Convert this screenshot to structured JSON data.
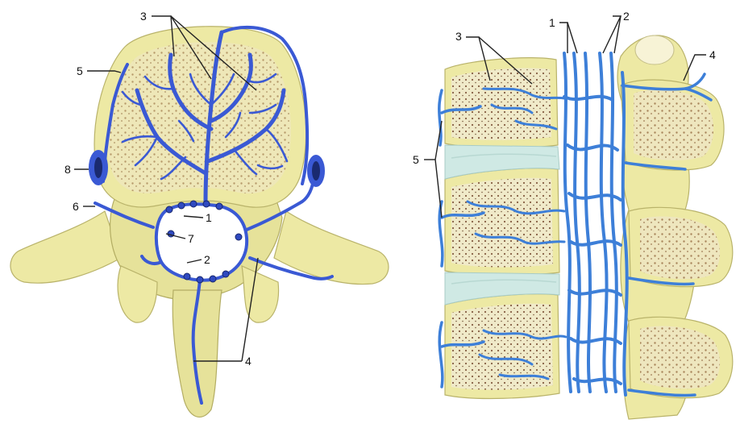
{
  "left_figure": {
    "labels": [
      {
        "id": "l3",
        "text": "3"
      },
      {
        "id": "l5",
        "text": "5"
      },
      {
        "id": "l8",
        "text": "8"
      },
      {
        "id": "l6",
        "text": "6"
      },
      {
        "id": "l1",
        "text": "1"
      },
      {
        "id": "l7",
        "text": "7"
      },
      {
        "id": "l2",
        "text": "2"
      },
      {
        "id": "l4",
        "text": "4"
      }
    ]
  },
  "right_figure": {
    "labels": [
      {
        "id": "r3",
        "text": "3"
      },
      {
        "id": "r1",
        "text": "1"
      },
      {
        "id": "r2",
        "text": "2"
      },
      {
        "id": "r4",
        "text": "4"
      },
      {
        "id": "r5",
        "text": "5"
      }
    ]
  },
  "colors": {
    "vein_left": "#3a59d4",
    "vein_right": "#3d7fd8",
    "bone": "#ede9a4",
    "disc": "#cfe9e4"
  }
}
